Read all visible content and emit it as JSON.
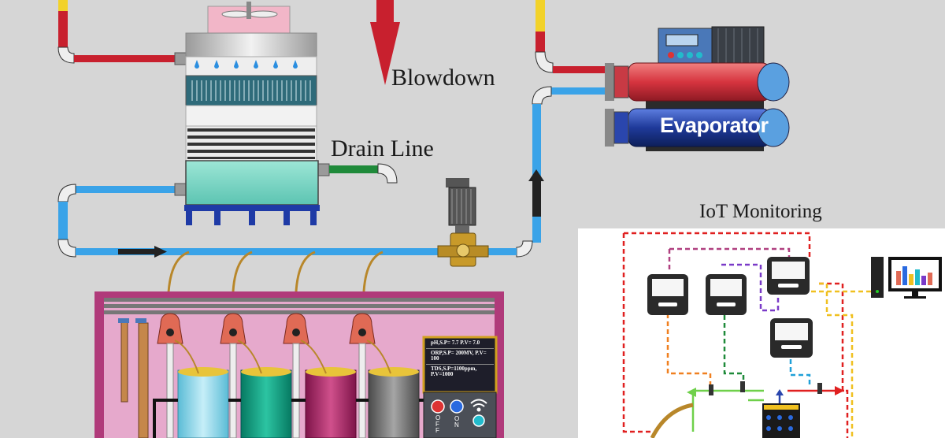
{
  "labels": {
    "blowdown": "Blowdown",
    "drain_line": "Drain Line",
    "iot_monitoring": "IoT Monitoring",
    "evaporator": "Evaporator"
  },
  "control_panel": {
    "ph": "pH,S.P= 7.7 P.V= 7.0",
    "orp": "ORP,S.P= 200MV, P.V= 100",
    "tds": "TDS,S.P=1100ppm, P.V=1000"
  },
  "buttons": {
    "off": "OFF",
    "on": "ON"
  },
  "colors": {
    "hot_pipe": "#c8202e",
    "cold_pipe": "#3aa3e8",
    "background": "#d6d6d6",
    "cabinet_frame": "#b03a7a",
    "cabinet_fill": "#e6a9cc",
    "tank_cyan": "#8fd6ea",
    "tank_teal": "#0e9a7e",
    "tank_magenta": "#b0246b",
    "tank_gray": "#777777",
    "evaporator": "#1f3a9a",
    "condenser": "#d6404a"
  },
  "icons": [
    "cooling-fan-icon",
    "pump-icon",
    "computer-monitor-icon",
    "wifi-icon",
    "flow-arrow-icon",
    "controller-icon"
  ]
}
